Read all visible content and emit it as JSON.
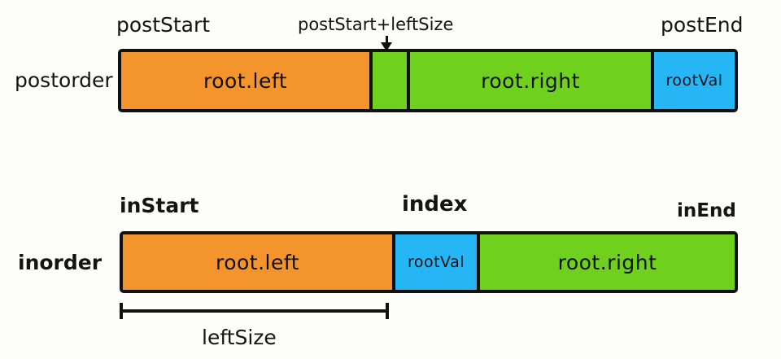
{
  "figure": {
    "title": "postorder / inorder array partition diagram",
    "colors": {
      "orange": "#F4942C",
      "green": "#6FD11E",
      "blue": "#27B6F5",
      "ink": "#111111",
      "background": "#FDFDFB"
    }
  },
  "postorder": {
    "row_label": "postorder",
    "labels": {
      "start": "postStart",
      "split": "postStart+leftSize",
      "end": "postEnd"
    },
    "segments": [
      {
        "label": "root.left",
        "color": "#F4942C"
      },
      {
        "label": "",
        "color": "#6FD11E"
      },
      {
        "label": "root.right",
        "color": "#6FD11E"
      },
      {
        "label": "rootVal",
        "color": "#27B6F5"
      }
    ]
  },
  "inorder": {
    "row_label": "inorder",
    "labels": {
      "start": "inStart",
      "index": "index",
      "end": "inEnd",
      "bracket": "leftSize"
    },
    "segments": [
      {
        "label": "root.left",
        "color": "#F4942C"
      },
      {
        "label": "rootVal",
        "color": "#27B6F5"
      },
      {
        "label": "root.right",
        "color": "#6FD11E"
      }
    ]
  }
}
